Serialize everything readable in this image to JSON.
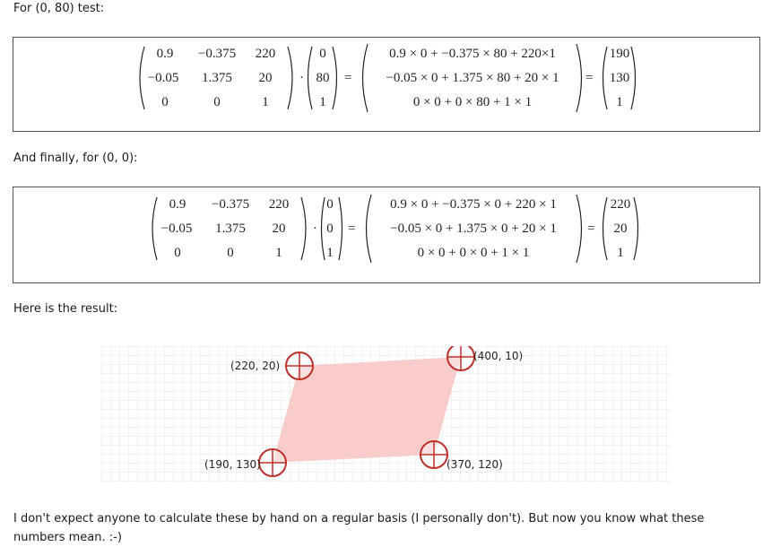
{
  "intro_test": "For (0, 80) test:",
  "intro_final": "And finally, for (0, 0):",
  "intro_result": "Here is the result:",
  "outro": "I don't expect anyone to calculate these by hand on a regular basis (I personally don't). But now you know what these numbers mean. :-)",
  "eq1": {
    "matrix": [
      [
        "0.9",
        "−0.375",
        "220"
      ],
      [
        "−0.05",
        "1.375",
        "20"
      ],
      [
        "0",
        "0",
        "1"
      ]
    ],
    "vector": [
      "0",
      "80",
      "1"
    ],
    "expansion": [
      "0.9 × 0 + −0.375 × 80 + 220×1",
      "−0.05 × 0 + 1.375 × 80 + 20 × 1",
      "0 × 0 + 0 × 80 + 1 × 1"
    ],
    "result": [
      "190",
      "130",
      "1"
    ]
  },
  "eq2": {
    "matrix": [
      [
        "0.9",
        "−0.375",
        "220"
      ],
      [
        "−0.05",
        "1.375",
        "20"
      ],
      [
        "0",
        "0",
        "1"
      ]
    ],
    "vector": [
      "0",
      "0",
      "1"
    ],
    "expansion": [
      "0.9 × 0 + −0.375 × 0 + 220 × 1",
      "−0.05 × 0 + 1.375 × 0 + 20 × 1",
      "0 × 0 + 0 × 0 + 1 × 1"
    ],
    "result": [
      "220",
      "20",
      "1"
    ]
  },
  "ops": {
    "dot": "·",
    "equals": "="
  },
  "diagram": {
    "fill_color": "#f9cccc",
    "marker_color": "#c0302a",
    "points": [
      {
        "label": "(220, 20)"
      },
      {
        "label": "(400, 10)"
      },
      {
        "label": "(370, 120)"
      },
      {
        "label": "(190, 130)"
      }
    ]
  }
}
